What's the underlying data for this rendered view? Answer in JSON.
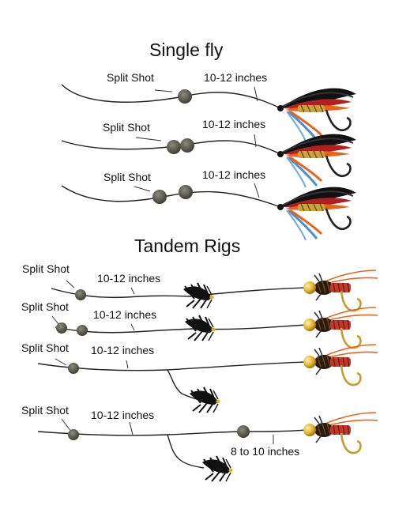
{
  "titles": {
    "single": "Single fly",
    "tandem": "Tandem Rigs"
  },
  "labels": {
    "split_shot": "Split Shot",
    "length_main": "10-12 inches",
    "length_dropper": "8 to 10 inches"
  },
  "colors": {
    "line": "#222222",
    "split_shot": "#4a4a3e",
    "leader_pointer": "#333333",
    "fly_black": "#111111",
    "fly_red": "#b02020",
    "fly_orange": "#e8641a",
    "fly_blue": "#4a8fd8",
    "bead_gold": "#e2b12a",
    "nymph_red": "#c0392b",
    "hook": "#222222"
  },
  "icons": [
    "streamer-fly-icon",
    "woolly-bugger-icon",
    "beadhead-nymph-icon",
    "split-shot-icon"
  ]
}
